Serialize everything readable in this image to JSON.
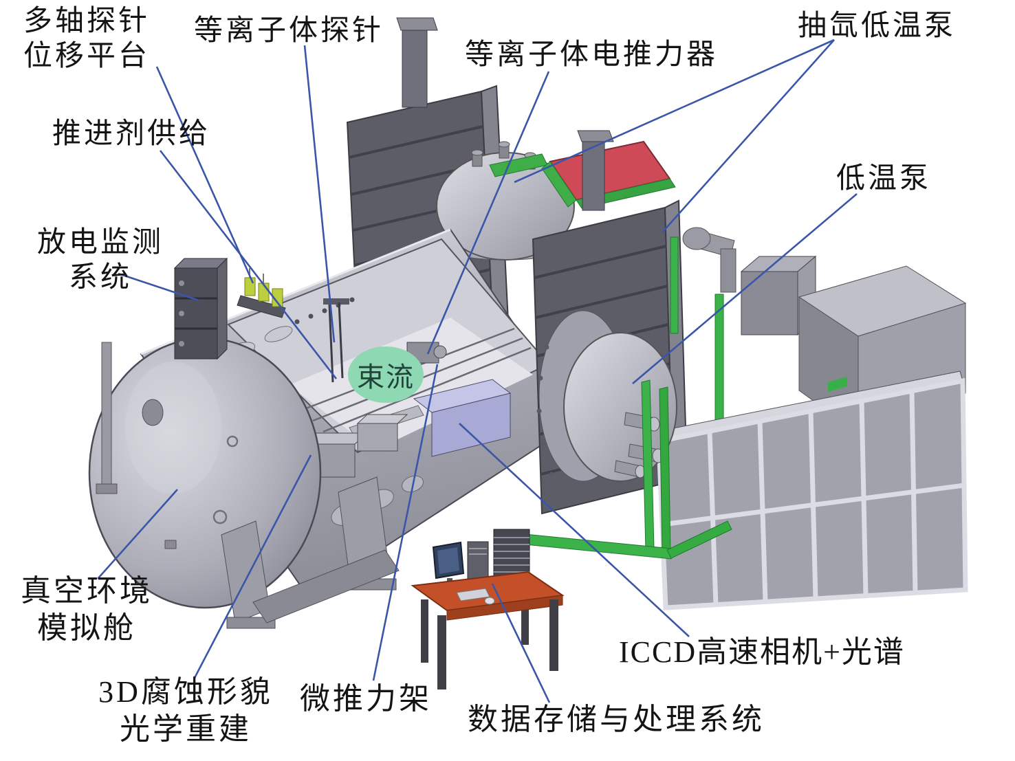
{
  "figure": {
    "kind": "isometric CAD schematic of a vacuum plasma-thruster test facility",
    "background": "#ffffff",
    "leader_line_color": "#3a56a8",
    "label_color": "#141414"
  },
  "labels": {
    "multi_axis_line1": "多轴探针",
    "multi_axis_line2": "位移平台",
    "plasma_probe": "等离子体探针",
    "thruster": "等离子体电推力器",
    "xenon_cryopump": "抽氙低温泵",
    "propellant": "推进剂供给",
    "cryopump": "低温泵",
    "discharge_line1": "放电监测",
    "discharge_line2": "系统",
    "beam": "束流",
    "vacuum_line1": "真空环境",
    "vacuum_line2": "模拟舱",
    "reconstruction_line1": "3D腐蚀形貌",
    "reconstruction_line2": "光学重建",
    "micro_thrust": "微推力架",
    "data_storage": "数据存储与处理系统",
    "iccd": "ICCD高速相机+光谱"
  },
  "palette": {
    "chamber_gray": "#b9b9c4",
    "tower_dark_gray": "#5d5d68",
    "pipe_green": "#3cb34a",
    "panel_red": "#ce4a56",
    "table_orange": "#c35029",
    "beam_circle_green": "#8ed9b4",
    "lavender_box": "#a9a9d6",
    "leader_blue": "#3a56a8"
  }
}
